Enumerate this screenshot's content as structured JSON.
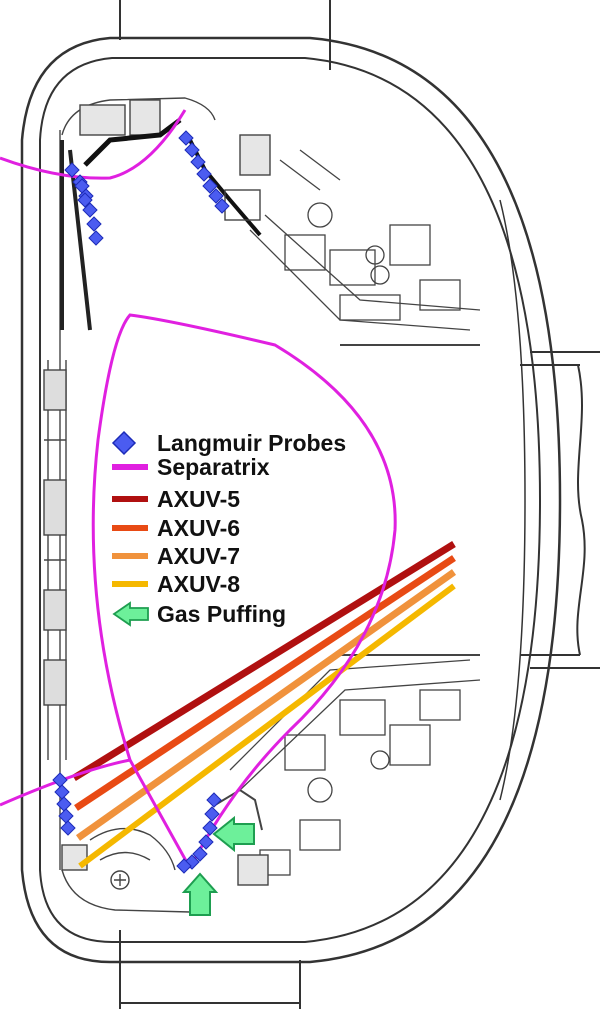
{
  "legend": {
    "items": [
      {
        "label": "Langmuir Probes",
        "symbol": "diamond",
        "color": "#4B5CF0"
      },
      {
        "label": "Separatrix",
        "symbol": "line",
        "color": "#E020E0"
      },
      {
        "label": "AXUV-5",
        "symbol": "line",
        "color": "#B01010"
      },
      {
        "label": "AXUV-6",
        "symbol": "line",
        "color": "#E84A14"
      },
      {
        "label": "AXUV-7",
        "symbol": "line",
        "color": "#F0923C"
      },
      {
        "label": "AXUV-8",
        "symbol": "line",
        "color": "#F5B800"
      },
      {
        "label": "Gas Puffing",
        "symbol": "arrow-left-icon",
        "color": "#3DDC84"
      }
    ]
  },
  "colors": {
    "vessel_outline": "#333333",
    "structure": "#444444",
    "probe_fill": "#4B5CF0",
    "probe_stroke": "#1C2BB8",
    "separatrix": "#E020E0",
    "gas_fill": "#6DF09A",
    "gas_stroke": "#1E9E50"
  }
}
